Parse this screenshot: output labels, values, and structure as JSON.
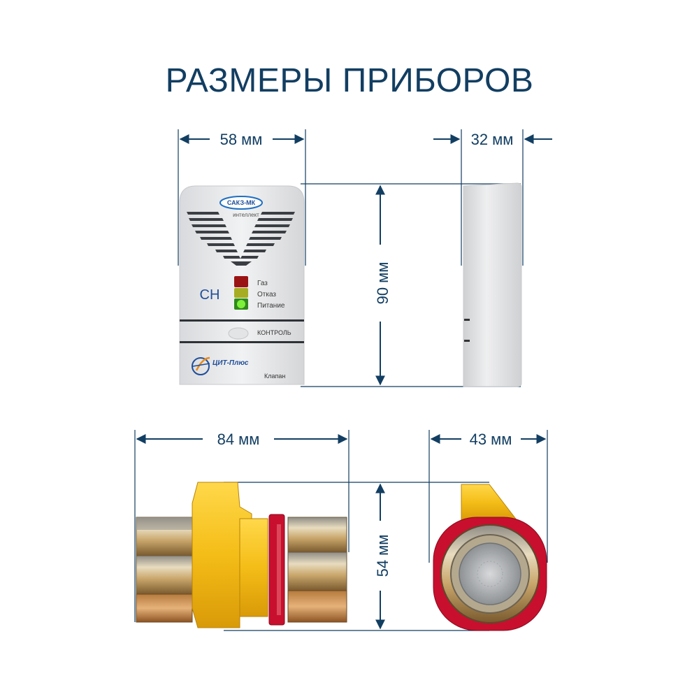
{
  "title": "РАЗМЕРЫ ПРИБОРОВ",
  "colors": {
    "accent": "#123e62",
    "device_body": "#e9eaec",
    "valve_yellow": "#f6c21c",
    "valve_red": "#c8102e",
    "brass": "#c9a66b",
    "led_red": "#b11a1a",
    "led_green": "#5fcf2a"
  },
  "dimensions": {
    "detector_width": "58 мм",
    "detector_depth": "32 мм",
    "detector_height": "90 мм",
    "valve_length": "84 мм",
    "valve_width": "43 мм",
    "valve_height": "54 мм"
  },
  "detector": {
    "logo_top": "САКЗ-МК",
    "logo_sub": "интеллект",
    "gas_type": "CH",
    "indicators": [
      "Газ",
      "Отказ",
      "Питание"
    ],
    "control_label": "КОНТРОЛЬ",
    "brand": "ЦИТ-Плюс",
    "valve_label": "Клапан"
  }
}
